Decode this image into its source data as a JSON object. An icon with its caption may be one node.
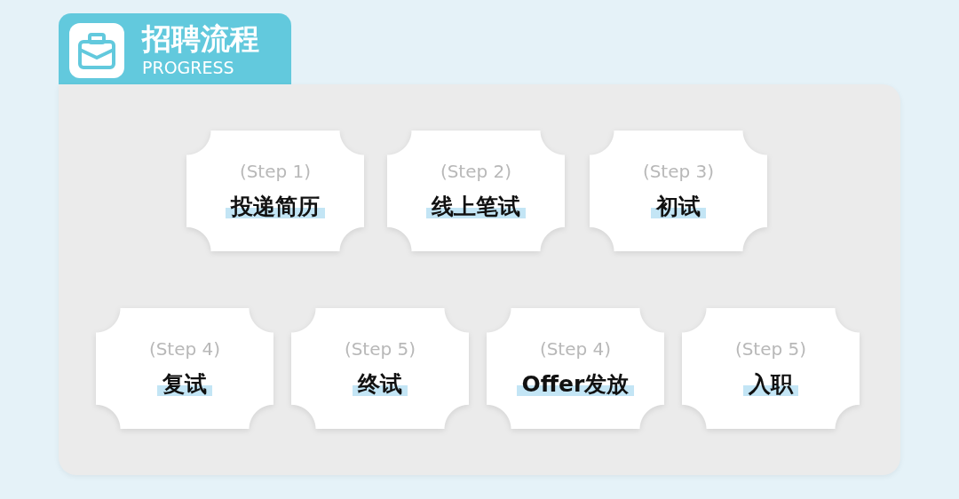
{
  "diagram": {
    "nodes": [
      {
        "text": [
          "招聘流程",
          "PROGRESS"
        ]
      },
      {
        "text": [],
        "shape": "box"
      },
      {
        "text": [
          "(Step 1)",
          "投递简历"
        ],
        "in": 1
      },
      {
        "text": [
          "(Step 2)",
          "线上笔试"
        ],
        "in": 1
      },
      {
        "text": [
          "(Step 3)",
          "初试"
        ],
        "in": 1
      },
      {
        "text": [
          "(Step 4)",
          "复试"
        ],
        "in": 1
      },
      {
        "text": [
          "(Step 5)",
          "终试"
        ],
        "in": 1
      },
      {
        "text": [
          "(Step 4)",
          "Offer发放"
        ],
        "in": 1
      },
      {
        "text": [
          "(Step 5)",
          "入职"
        ],
        "in": 1
      }
    ]
  }
}
